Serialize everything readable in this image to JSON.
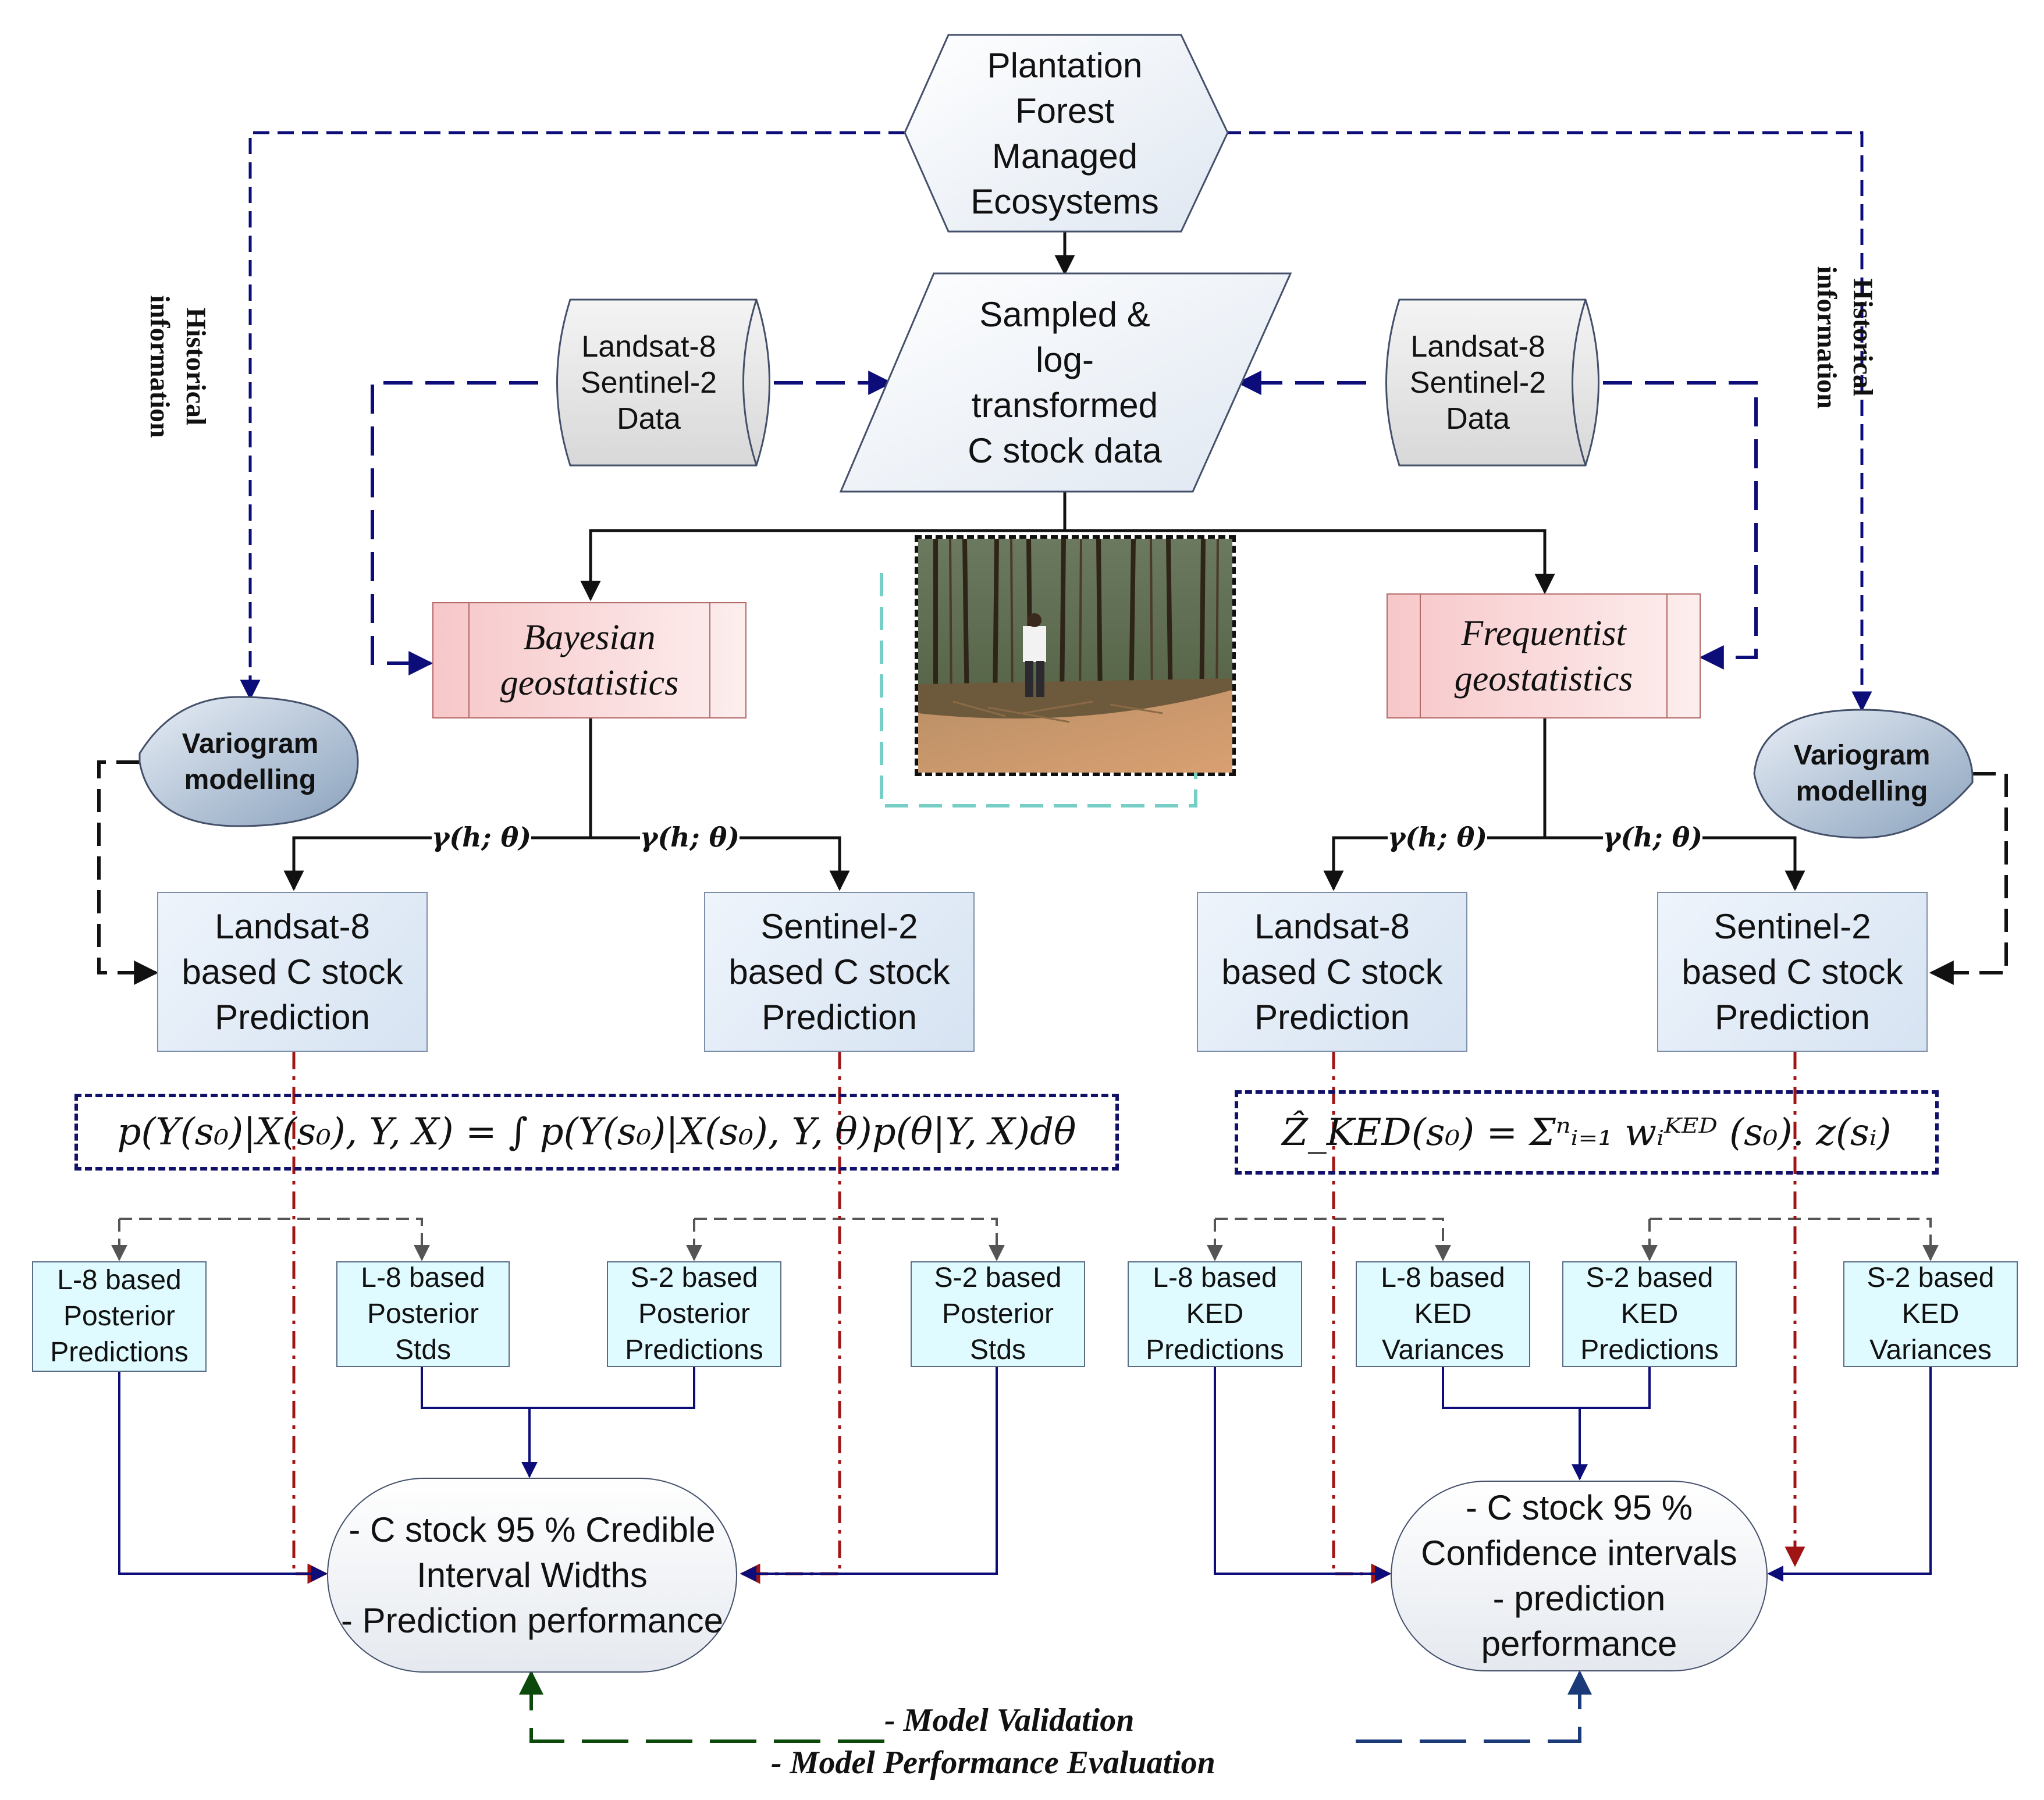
{
  "colors": {
    "navy": "#0d0d7a",
    "black": "#111111",
    "darkred": "#a01414",
    "teal": "#76cfc6",
    "green": "#0c4a0c",
    "gray": "#555555"
  },
  "nodes": {
    "top": {
      "lines": [
        "Plantation",
        "Forest",
        "Managed",
        "Ecosystems"
      ]
    },
    "sampled": {
      "lines": [
        "Sampled &",
        "log-",
        "transformed",
        "C stock data"
      ]
    },
    "data_left": {
      "lines": [
        "Landsat-8",
        "Sentinel-2",
        "Data"
      ]
    },
    "data_right": {
      "lines": [
        "Landsat-8",
        "Sentinel-2",
        "Data"
      ]
    },
    "bayesian": {
      "lines": [
        "Bayesian",
        "geostatistics"
      ]
    },
    "frequentist": {
      "lines": [
        "Frequentist",
        "geostatistics"
      ]
    },
    "variogram_left": {
      "lines": [
        "Variogram",
        "modelling"
      ]
    },
    "variogram_right": {
      "lines": [
        "Variogram",
        "modelling"
      ]
    },
    "history_left": {
      "lines": [
        "Historical",
        "information"
      ]
    },
    "history_right": {
      "lines": [
        "Historical",
        "information"
      ]
    },
    "pred_b_l8": {
      "lines": [
        "Landsat-8",
        "based C stock",
        "Prediction"
      ]
    },
    "pred_b_s2": {
      "lines": [
        "Sentinel-2",
        "based C stock",
        "Prediction"
      ]
    },
    "pred_f_l8": {
      "lines": [
        "Landsat-8",
        "based C stock",
        "Prediction"
      ]
    },
    "pred_f_s2": {
      "lines": [
        "Sentinel-2",
        "based C stock",
        "Prediction"
      ]
    },
    "out_b1": {
      "lines": [
        "L-8 based",
        "Posterior",
        "Predictions"
      ]
    },
    "out_b2": {
      "lines": [
        "L-8 based",
        "Posterior",
        "Stds"
      ]
    },
    "out_b3": {
      "lines": [
        "S-2 based",
        "Posterior",
        "Predictions"
      ]
    },
    "out_b4": {
      "lines": [
        "S-2 based",
        "Posterior",
        "Stds"
      ]
    },
    "out_f1": {
      "lines": [
        "L-8 based",
        "KED",
        "Predictions"
      ]
    },
    "out_f2": {
      "lines": [
        "L-8 based",
        "KED",
        "Variances"
      ]
    },
    "out_f3": {
      "lines": [
        "S-2 based",
        "KED",
        "Predictions"
      ]
    },
    "out_f4": {
      "lines": [
        "S-2 based",
        "KED",
        "Variances"
      ]
    },
    "result_left": {
      "lines": [
        "- C stock 95 % Credible",
        "Interval Widths",
        "- Prediction performance"
      ]
    },
    "result_right": {
      "lines": [
        "- C stock 95 %",
        "Confidence intervals",
        "- prediction",
        "performance"
      ]
    }
  },
  "edge_labels": {
    "gamma": "γ(h; θ)"
  },
  "formulas": {
    "bayesian": "p(Y(s₀)|X(s₀), Y, X) = ∫ p(Y(s₀)|X(s₀), Y, θ)p(θ|Y, X)dθ",
    "ked": "Ẑ_KED(s₀) = Σⁿᵢ₌₁ wᵢᴷᴱᴰ (s₀). z(sᵢ)"
  },
  "evaluation": {
    "line1": "-  Model Validation",
    "line2": "- Model Performance Evaluation"
  },
  "photo": {
    "description_icon": "forest-photo"
  }
}
